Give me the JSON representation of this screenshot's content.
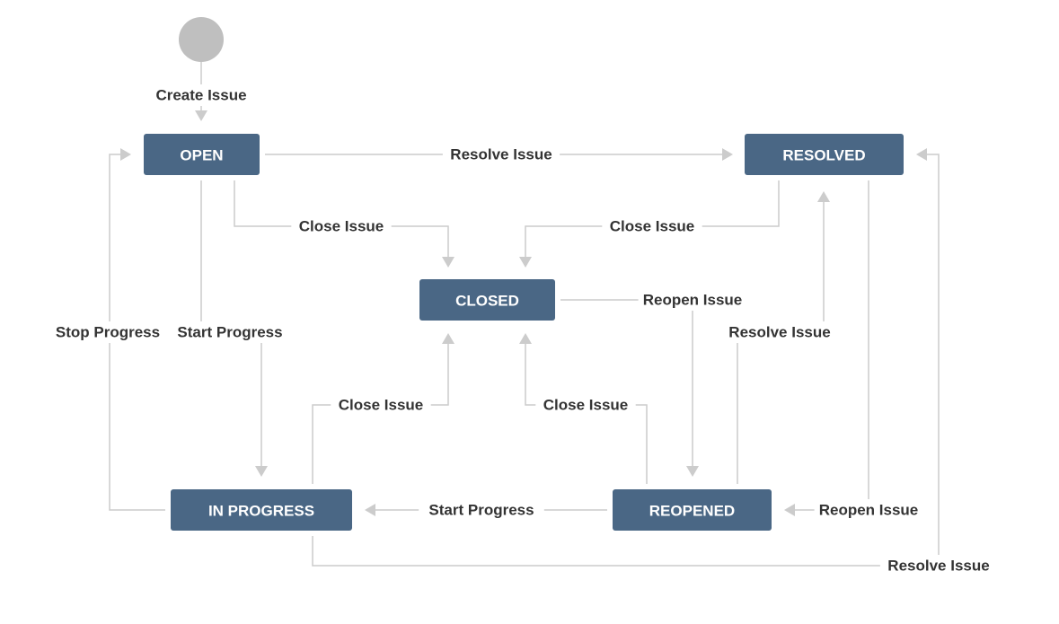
{
  "colors": {
    "state_fill": "#4a6785",
    "state_text": "#ffffff",
    "edge": "#cccccc",
    "label_text": "#333333",
    "start_node": "#bfbfbf"
  },
  "states": [
    {
      "id": "open",
      "label": "OPEN"
    },
    {
      "id": "resolved",
      "label": "RESOLVED"
    },
    {
      "id": "closed",
      "label": "CLOSED"
    },
    {
      "id": "in_progress",
      "label": "IN PROGRESS"
    },
    {
      "id": "reopened",
      "label": "REOPENED"
    }
  ],
  "transitions": [
    {
      "id": "create-issue",
      "label": "Create Issue",
      "from": "start",
      "to": "open"
    },
    {
      "id": "resolve-open",
      "label": "Resolve Issue",
      "from": "open",
      "to": "resolved"
    },
    {
      "id": "close-open",
      "label": "Close Issue",
      "from": "open",
      "to": "closed"
    },
    {
      "id": "close-resolved",
      "label": "Close Issue",
      "from": "resolved",
      "to": "closed"
    },
    {
      "id": "reopen-closed",
      "label": "Reopen Issue",
      "from": "closed",
      "to": "reopened"
    },
    {
      "id": "stop-progress",
      "label": "Stop Progress",
      "from": "in_progress",
      "to": "open"
    },
    {
      "id": "start-progress-open",
      "label": "Start Progress",
      "from": "open",
      "to": "in_progress"
    },
    {
      "id": "resolve-reopened",
      "label": "Resolve Issue",
      "from": "reopened",
      "to": "resolved"
    },
    {
      "id": "close-inprogress",
      "label": "Close Issue",
      "from": "in_progress",
      "to": "closed"
    },
    {
      "id": "close-reopened",
      "label": "Close Issue",
      "from": "reopened",
      "to": "closed"
    },
    {
      "id": "start-progress-reopened",
      "label": "Start Progress",
      "from": "reopened",
      "to": "in_progress"
    },
    {
      "id": "reopen-resolved",
      "label": "Reopen Issue",
      "from": "resolved",
      "to": "reopened"
    },
    {
      "id": "resolve-inprogress",
      "label": "Resolve Issue",
      "from": "in_progress",
      "to": "resolved"
    }
  ]
}
